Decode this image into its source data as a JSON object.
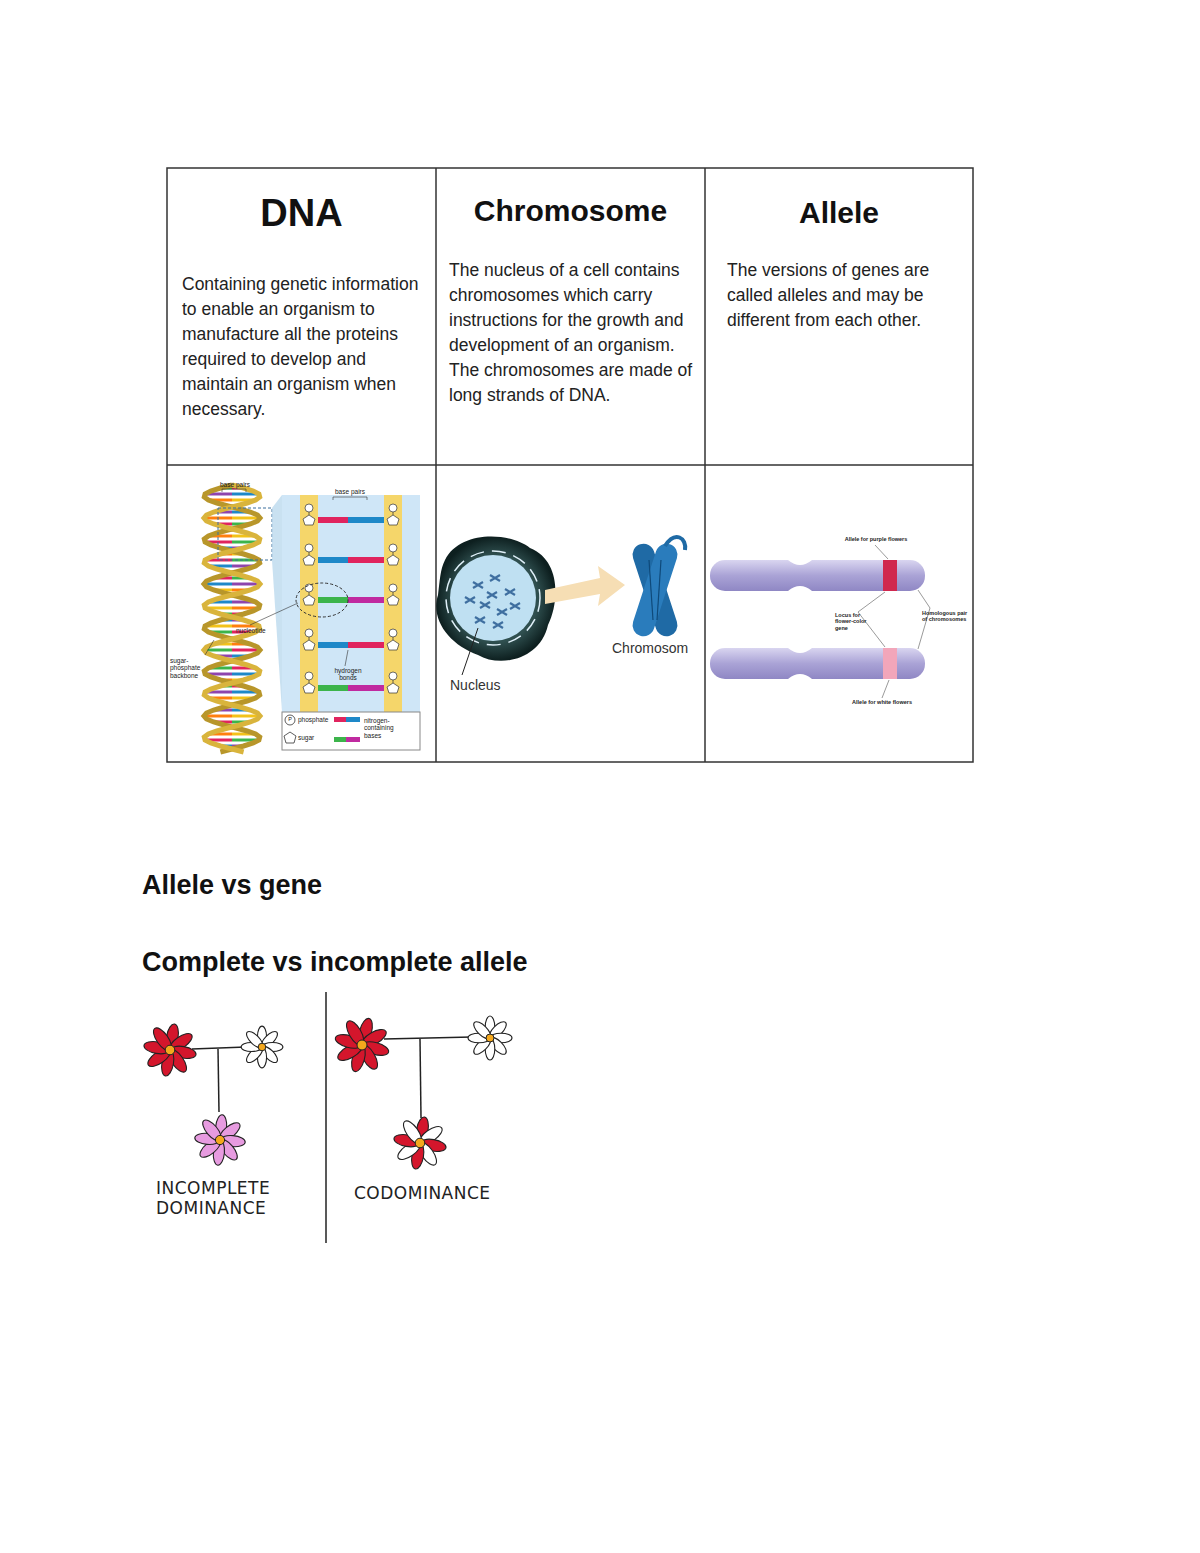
{
  "diagram": {
    "nodes": [
      {
        "text": [
          "DNA",
          "Containing genetic information to enable an organism to manufacture all the proteins required to develop and maintain an organism when necessary."
        ]
      },
      {
        "text": [
          "Chromosome",
          "The nucleus of a cell contains chromosomes which carry instructions for the growth and development of an organism. The chromosomes are made of long strands of DNA."
        ]
      },
      {
        "text": [
          "Allele",
          "The versions of genes are called alleles and may be different from each other."
        ]
      }
    ],
    "labels": [
      "base pairs",
      "base pairs",
      "nucleotide",
      "sugar-phosphate backbone",
      "hydrogen bonds",
      "P",
      "phosphate",
      "sugar",
      "nitrogen-containing bases",
      "Nucleus",
      "Chromosom",
      "Allele for purple flowers",
      "Locus for flower-color gene",
      "Homologous pair of chromosomes",
      "Allele for white flowers",
      "Allele vs gene",
      "Complete vs incomplete allele",
      "INCOMPLETE DOMINANCE",
      "CODOMINANCE"
    ]
  }
}
